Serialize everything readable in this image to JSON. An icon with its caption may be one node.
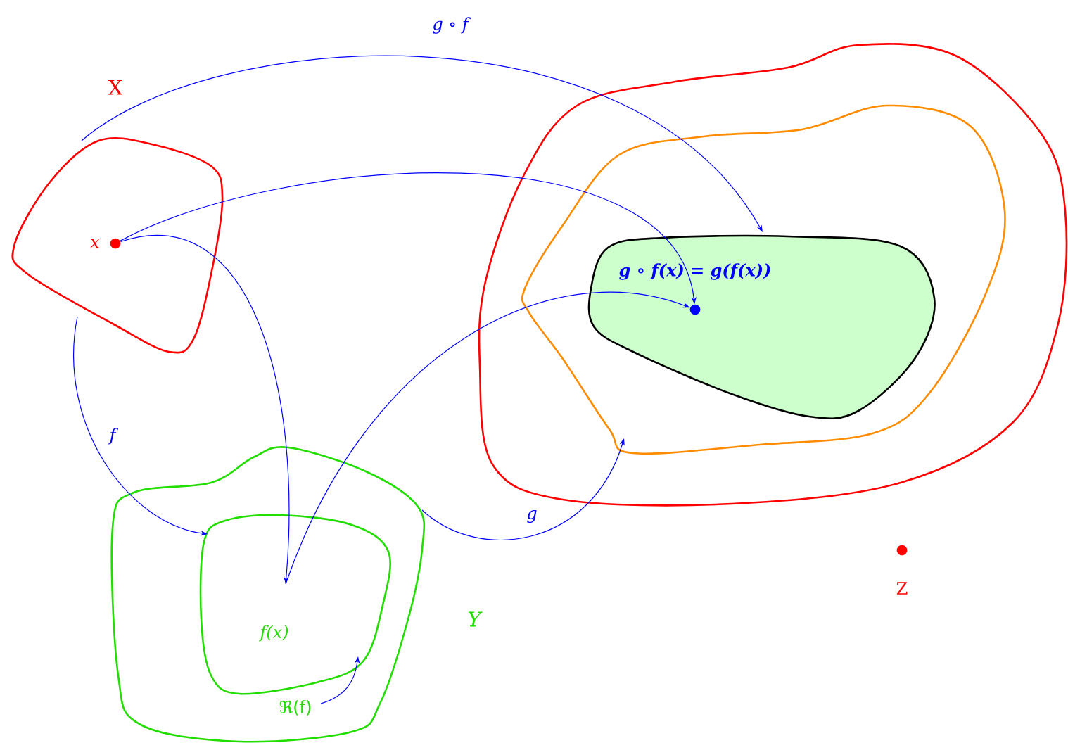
{
  "diagram": {
    "nodes": [
      {
        "text": [
          "X"
        ]
      },
      {
        "text": [
          "x"
        ],
        "in": 0
      },
      {
        "text": [
          "Y"
        ]
      },
      {
        "text": [],
        "shape": "blob",
        "in": 2
      },
      {
        "text": [
          "f(x)"
        ],
        "in": 3
      },
      {
        "text": [
          "ℜ(f)"
        ],
        "in": 2
      },
      {
        "text": [],
        "shape": "blob"
      },
      {
        "text": [],
        "shape": "blob",
        "in": 6
      },
      {
        "text": [],
        "shape": "blob",
        "in": 7
      },
      {
        "text": [
          "g ∘ f(x) = g(f(x))"
        ],
        "in": 8
      },
      {
        "text": [
          "Z"
        ]
      }
    ],
    "edges": [
      {
        "from": 0,
        "to": 8,
        "arrow": "to",
        "label": "g ∘ f"
      },
      {
        "from": 1,
        "to": 9,
        "arrow": "to"
      },
      {
        "from": 1,
        "to": 4,
        "arrow": "to"
      },
      {
        "from": 0,
        "to": 3,
        "arrow": "to",
        "label": "f"
      },
      {
        "from": 4,
        "to": 9,
        "arrow": "to"
      },
      {
        "from": 2,
        "to": 7,
        "arrow": "to",
        "label": "g"
      },
      {
        "from": 5,
        "to": 3,
        "arrow": "to"
      }
    ]
  }
}
